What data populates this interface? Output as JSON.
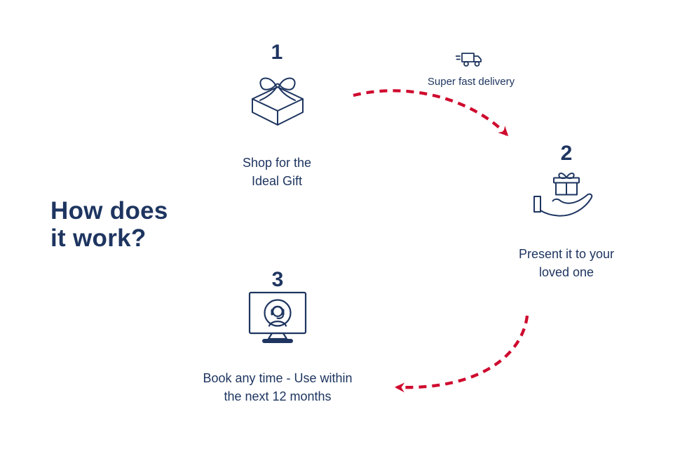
{
  "colors": {
    "navy": "#1e3560",
    "red": "#cf0a2e",
    "background": "#ffffff"
  },
  "heading": {
    "line1": "How does",
    "line2": "it work?"
  },
  "delivery": {
    "icon": "delivery-truck-icon",
    "label": "Super fast delivery"
  },
  "steps": [
    {
      "number": "1",
      "icon": "gift-box-icon",
      "label_line1": "Shop for the",
      "label_line2": "Ideal Gift"
    },
    {
      "number": "2",
      "icon": "gift-in-hand-icon",
      "label_line1": "Present it to your",
      "label_line2": "loved one"
    },
    {
      "number": "3",
      "icon": "support-monitor-icon",
      "label_line1": "Book any time - Use within",
      "label_line2": "the next 12 months"
    }
  ]
}
